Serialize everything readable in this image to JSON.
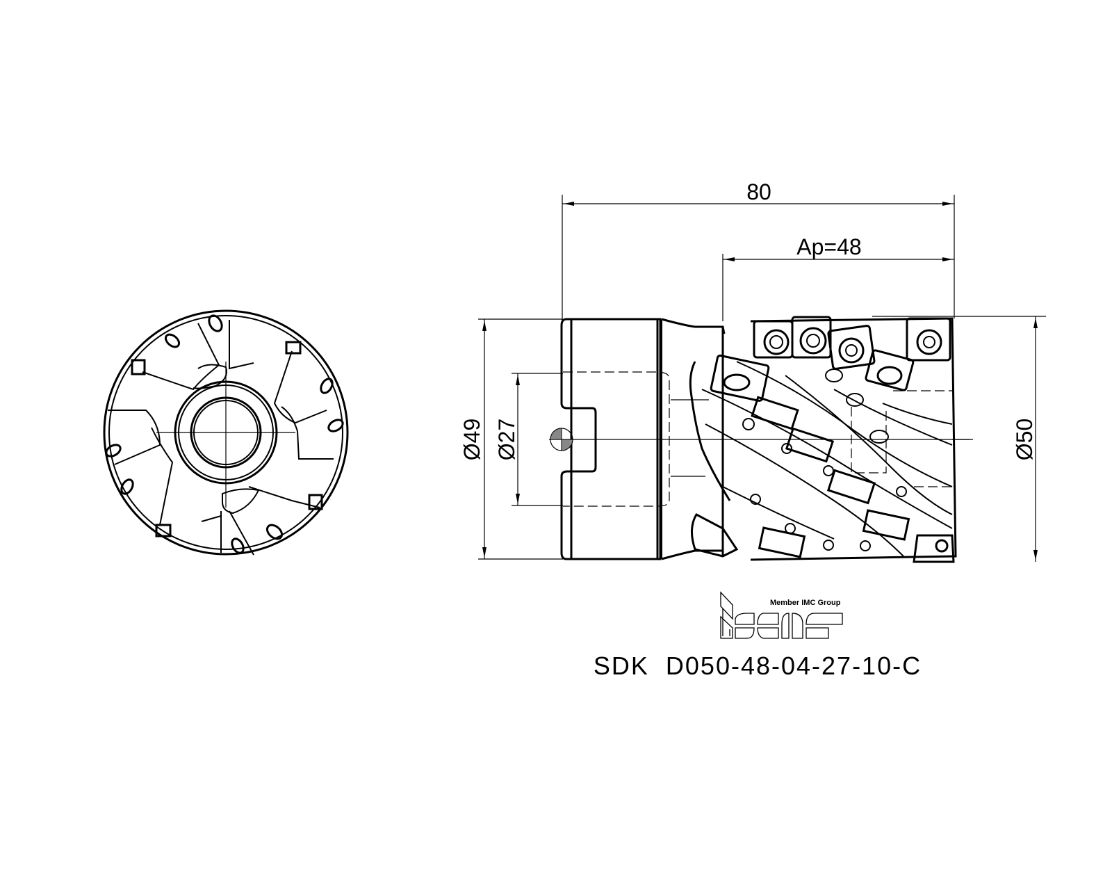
{
  "drawing": {
    "product_code": "SDK  D050-48-04-27-10-C",
    "brand_tagline": "Member IMC Group",
    "brand_logo": "iscar-logo",
    "colors": {
      "line": "#000000",
      "background": "#ffffff"
    }
  },
  "dimensions": {
    "overall_length": "80",
    "depth_of_cut": "Ap=48",
    "shank_diameter": "Ø49",
    "bore_diameter": "Ø27",
    "cutting_diameter": "Ø50"
  },
  "views": {
    "end_view": "end-view-of-cutter",
    "side_view": "side-view-of-cutter"
  }
}
